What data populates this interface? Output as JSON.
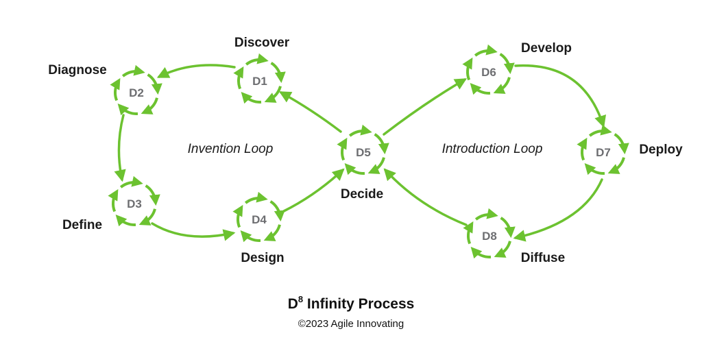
{
  "nodes": [
    {
      "id": "D1",
      "label": "D1",
      "stage": "Discover"
    },
    {
      "id": "D2",
      "label": "D2",
      "stage": "Diagnose"
    },
    {
      "id": "D3",
      "label": "D3",
      "stage": "Define"
    },
    {
      "id": "D4",
      "label": "D4",
      "stage": "Design"
    },
    {
      "id": "D5",
      "label": "D5",
      "stage": "Decide"
    },
    {
      "id": "D6",
      "label": "D6",
      "stage": "Develop"
    },
    {
      "id": "D7",
      "label": "D7",
      "stage": "Deploy"
    },
    {
      "id": "D8",
      "label": "D8",
      "stage": "Diffuse"
    }
  ],
  "edges": [
    {
      "from": "D5",
      "to": "D1"
    },
    {
      "from": "D1",
      "to": "D2"
    },
    {
      "from": "D2",
      "to": "D3"
    },
    {
      "from": "D3",
      "to": "D4"
    },
    {
      "from": "D4",
      "to": "D5"
    },
    {
      "from": "D5",
      "to": "D6"
    },
    {
      "from": "D6",
      "to": "D7"
    },
    {
      "from": "D7",
      "to": "D8"
    },
    {
      "from": "D8",
      "to": "D5"
    }
  ],
  "loops": {
    "left": "Invention Loop",
    "right": "Introduction Loop"
  },
  "title": {
    "main": "D",
    "superscript": "8",
    "rest": " Infinity Process"
  },
  "copyright": "©2023 Agile Innovating",
  "colors": {
    "arrow": "#6cc230",
    "node_label": "#6d6e71",
    "text": "#1a1a1a"
  }
}
